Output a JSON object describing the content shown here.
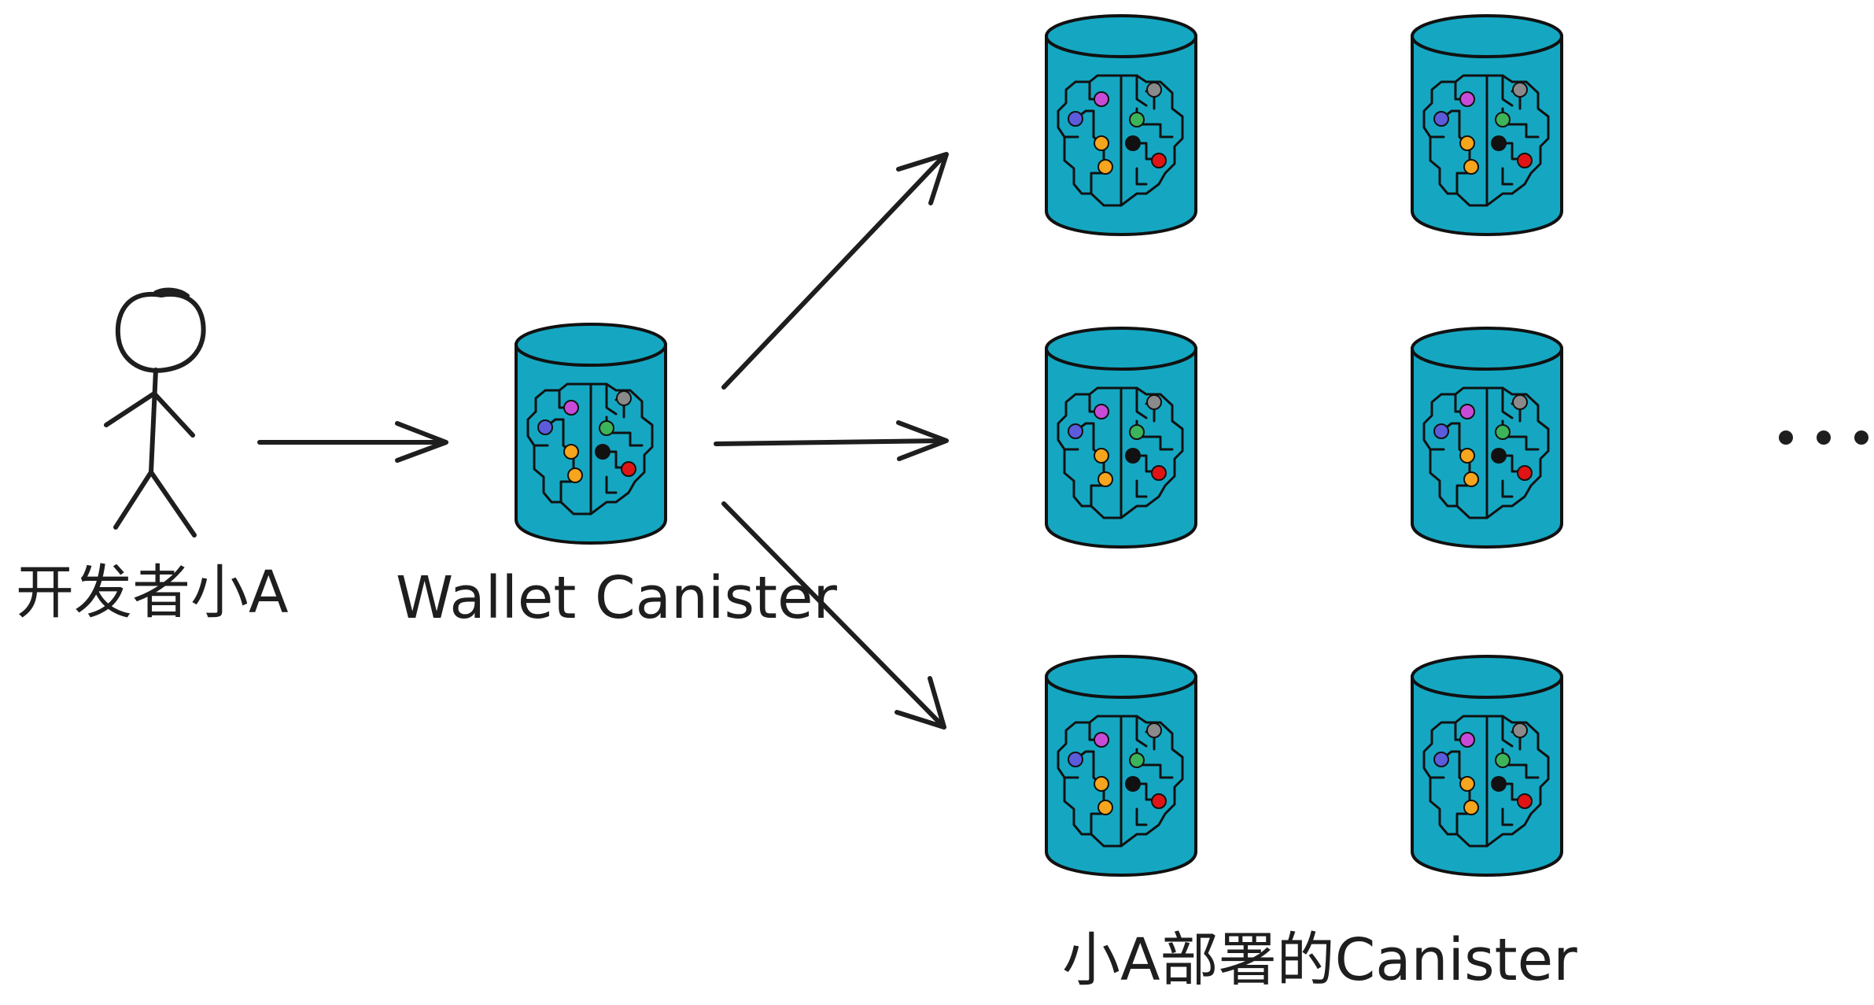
{
  "labels": {
    "developer": "开发者小A",
    "wallet": "Wallet Canister",
    "deployed": "小A部署的Canister"
  },
  "colors": {
    "canister_fill": "#15a7c2",
    "outline": "#111111",
    "text": "#1e1e1e",
    "node_purple": "#c84bd8",
    "node_gray": "#8a8a8a",
    "node_blue": "#5b5bdc",
    "node_green": "#3cb45a",
    "node_orange": "#f7a51c",
    "node_black": "#000000",
    "node_red": "#e01414"
  },
  "icons": {
    "developer": "stick-figure-icon",
    "canister": "database-cylinder-brain-icon",
    "more": "ellipsis-icon"
  }
}
